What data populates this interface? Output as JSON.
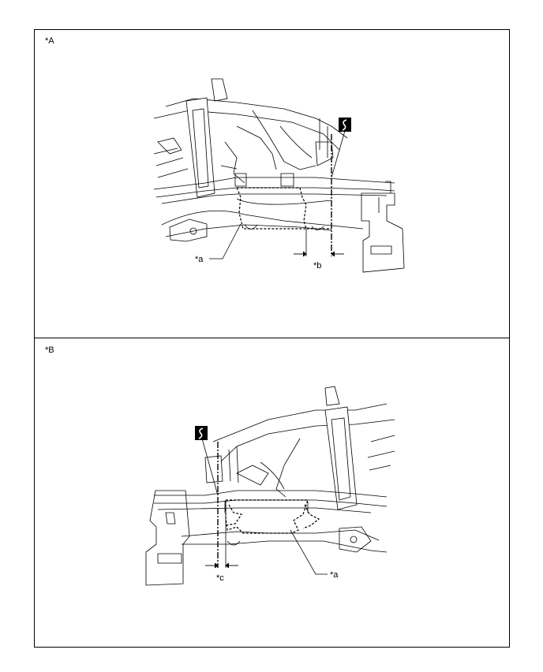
{
  "panel_a": {
    "label": "*A",
    "callouts": {
      "a": "*a",
      "b": "*b"
    }
  },
  "panel_b": {
    "label": "*B",
    "callouts": {
      "a": "*a",
      "c": "*c"
    }
  },
  "icons": [
    "cut-section-symbol-icon"
  ]
}
